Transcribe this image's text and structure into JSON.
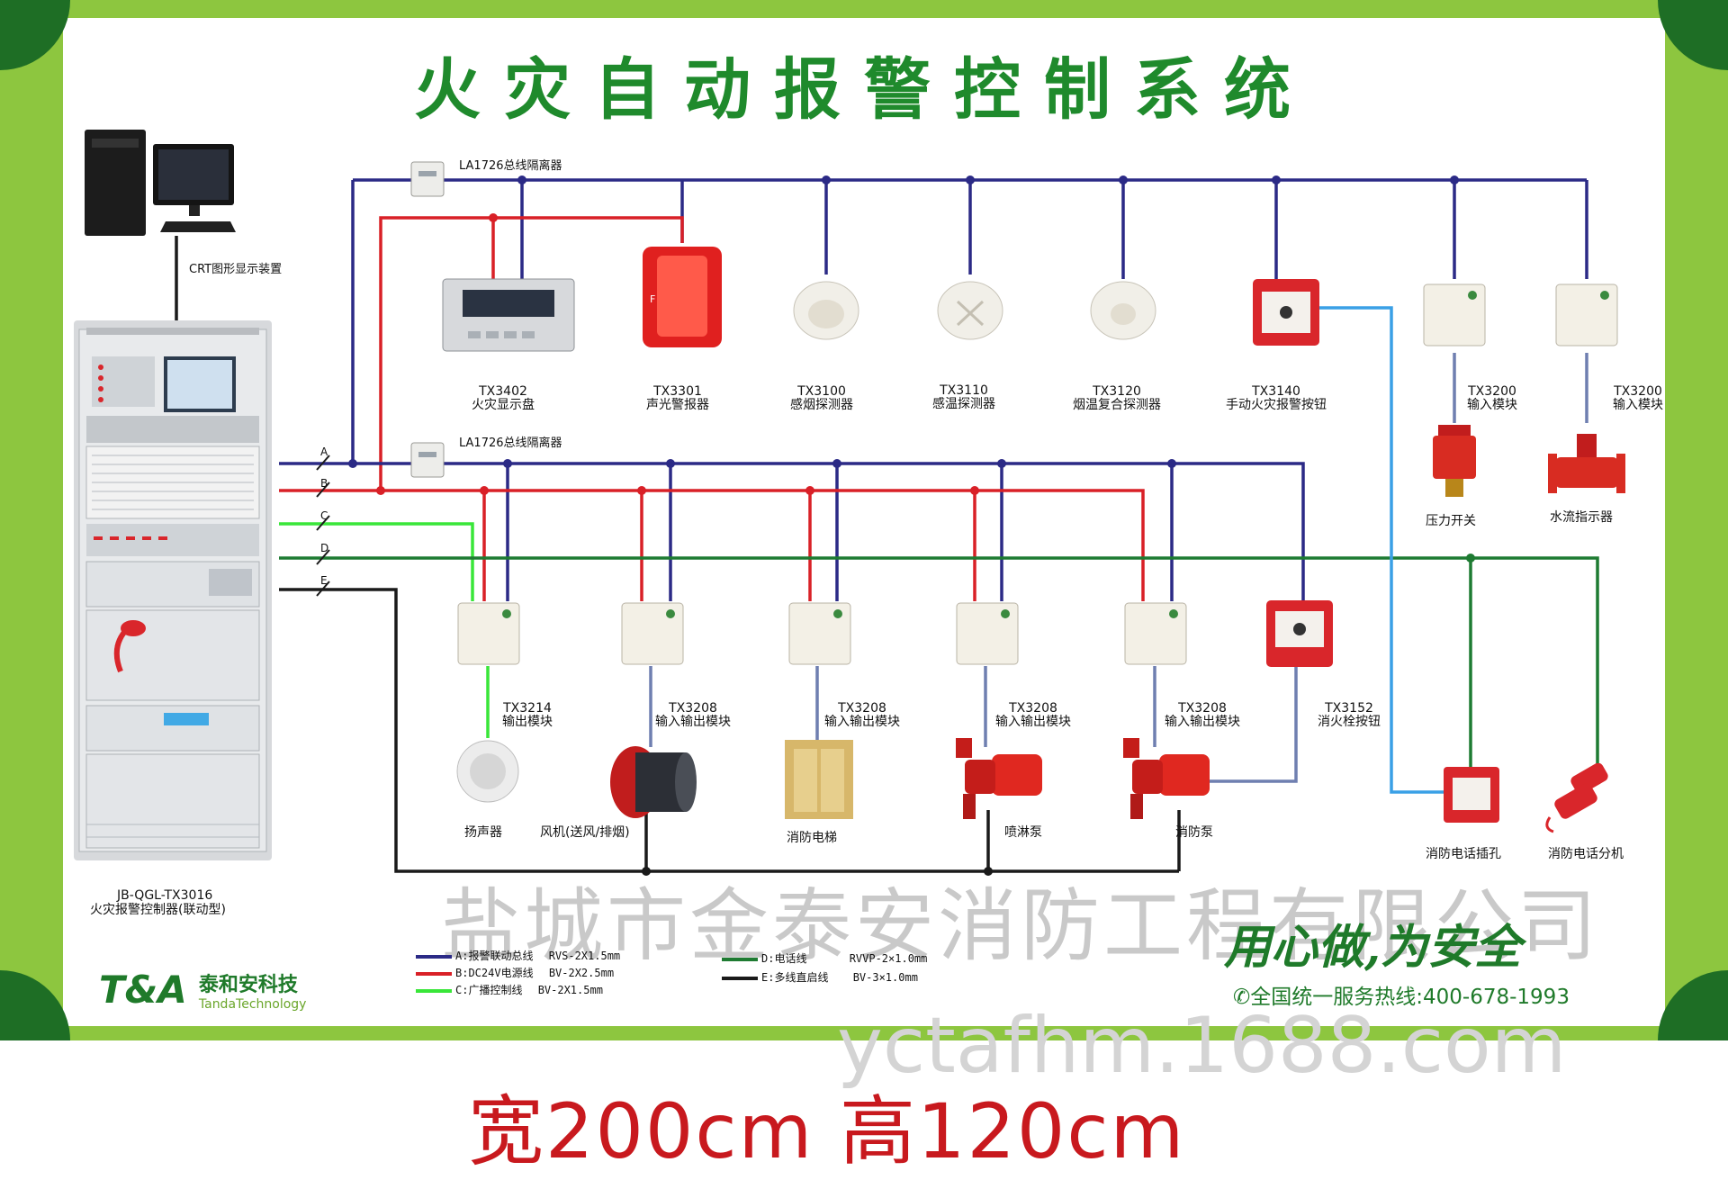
{
  "title": "火灾自动报警控制系统",
  "watermark": "盐城市金泰安消防工程有限公司",
  "site": "yctafhm.1688.com",
  "size_text": "宽200cm 高120cm",
  "slogan": "用心做,为安全",
  "hotline": "✆全国统一服务热线:400-678-1993",
  "brand": {
    "logo": "T&A",
    "cn": "泰和安科技",
    "en": "TandaTechnology"
  },
  "colors": {
    "frame_green": "#8dc63f",
    "bus_blue": "#2b2a86",
    "power_red": "#d92027",
    "broadcast_green": "#39e639",
    "phone_green": "#1e7b32",
    "direct_black": "#1a1a1a",
    "light_blue": "#3aa0e6",
    "slate": "#6f7fb0",
    "title_green": "#1f8a2c",
    "size_red": "#c8191e"
  },
  "crt": {
    "label": "CRT图形显示装置"
  },
  "controller": {
    "model": "JB-QGL-TX3016",
    "name": "火灾报警控制器(联动型)"
  },
  "isolators": [
    {
      "label": "LA1726总线隔离器"
    },
    {
      "label": "LA1726总线隔离器"
    }
  ],
  "bus_letters": [
    "A",
    "B",
    "C",
    "D",
    "E"
  ],
  "top_devices": [
    {
      "model": "TX3402",
      "name": "火灾显示盘",
      "icon": "display-panel-icon"
    },
    {
      "model": "TX3301",
      "name": "声光警报器",
      "icon": "strobe-alarm-icon"
    },
    {
      "model": "TX3100",
      "name": "感烟探测器",
      "icon": "smoke-detector-icon"
    },
    {
      "model": "TX3110",
      "name": "感温探测器",
      "icon": "heat-detector-icon"
    },
    {
      "model": "TX3120",
      "name": "烟温复合探测器",
      "icon": "combo-detector-icon"
    },
    {
      "model": "TX3140",
      "name": "手动火灾报警按钮",
      "icon": "manual-call-point-icon"
    },
    {
      "model": "TX3200",
      "name": "输入模块",
      "icon": "input-module-icon"
    },
    {
      "model": "TX3200",
      "name": "输入模块",
      "icon": "input-module-icon"
    }
  ],
  "top_devices_sub": [
    {
      "name": "压力开关"
    },
    {
      "name": "水流指示器"
    }
  ],
  "bottom_modules": [
    {
      "model": "TX3214",
      "name": "输出模块"
    },
    {
      "model": "TX3208",
      "name": "输入输出模块"
    },
    {
      "model": "TX3208",
      "name": "输入输出模块"
    },
    {
      "model": "TX3208",
      "name": "输入输出模块"
    },
    {
      "model": "TX3208",
      "name": "输入输出模块"
    },
    {
      "model": "TX3152",
      "name": "消火栓按钮"
    }
  ],
  "bottom_equipment": [
    {
      "name": "扬声器"
    },
    {
      "name": "风机(送风/排烟)"
    },
    {
      "name": "消防电梯"
    },
    {
      "name": "喷淋泵"
    },
    {
      "name": "消防泵"
    },
    {
      "name": "消防电话插孔"
    },
    {
      "name": "消防电话分机"
    }
  ],
  "legend": [
    {
      "code": "A:报警联动总线",
      "spec": "RVS-2X1.5mm",
      "color": "#2b2a86"
    },
    {
      "code": "B:DC24V电源线",
      "spec": "BV-2X2.5mm",
      "color": "#d92027"
    },
    {
      "code": "C:广播控制线",
      "spec": "BV-2X1.5mm",
      "color": "#39e639"
    },
    {
      "code": "D:电话线",
      "spec": "RVVP-2×1.0mm",
      "color": "#1e7b32"
    },
    {
      "code": "E:多线直启线",
      "spec": "BV-3×1.0mm",
      "color": "#1a1a1a"
    }
  ]
}
